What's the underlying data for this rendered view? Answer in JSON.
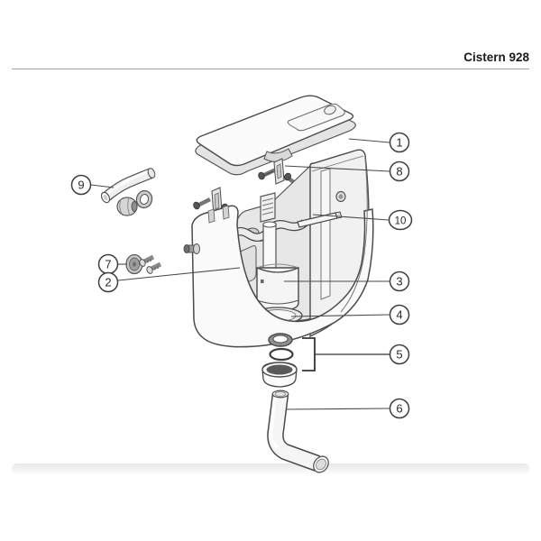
{
  "header": {
    "title": "Cistern 928"
  },
  "diagram": {
    "type": "exploded-parts-diagram",
    "subject": "toilet cistern with lid, fixings, inlet hose, flush valve, seal kit and flush pipe",
    "callouts": [
      {
        "number": "1"
      },
      {
        "number": "2"
      },
      {
        "number": "3"
      },
      {
        "number": "4"
      },
      {
        "number": "5"
      },
      {
        "number": "6"
      },
      {
        "number": "7"
      },
      {
        "number": "8"
      },
      {
        "number": "9"
      },
      {
        "number": "10"
      }
    ]
  },
  "colors": {
    "outline": "#4a4a4a",
    "fill_white": "#fafafa",
    "fill_light_gray": "#ececec",
    "fill_mid_gray": "#c9c9c9",
    "fill_dark_gray": "#5a5a5a",
    "header_rule": "#a5a5a5",
    "footer_band": "#e9e9e9"
  }
}
